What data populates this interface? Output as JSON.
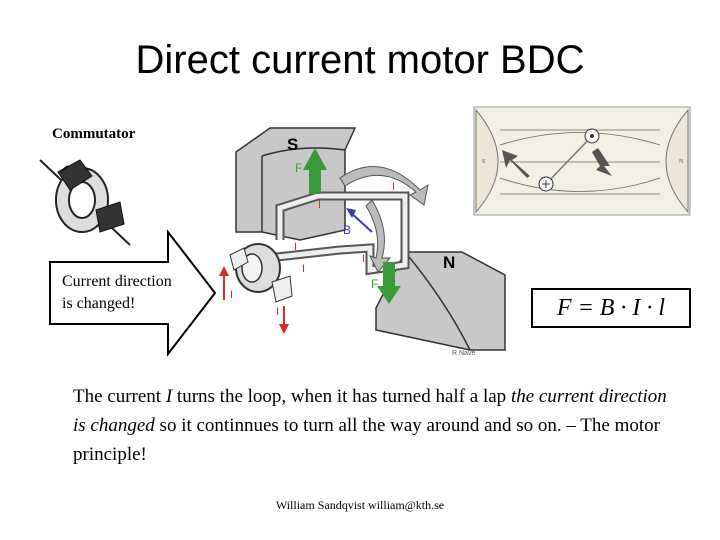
{
  "title": "Direct current motor BDC",
  "commutator_label": "Commutator",
  "callout": {
    "line1": "Current direction",
    "line2": "is changed!"
  },
  "motor_labels": {
    "S": "S",
    "N": "N",
    "F": "F",
    "B": "B",
    "I": "I",
    "credit": "R Nave"
  },
  "field_labels": {
    "left": "S",
    "right": "N"
  },
  "formula": "F = B · I · l",
  "body": {
    "p1": "The current ",
    "I": "I",
    "p2": " turns the loop, when it has turned half a lap ",
    "italic": "the current direction is changed",
    "p3": " so it continnues to turn all the way around and so on. – The motor principle!"
  },
  "footer": "William Sandqvist  william@kth.se",
  "colors": {
    "force_arrow": "#3a9a3a",
    "current_arrow": "#d62c2c",
    "field_arrow": "#3b3bb0",
    "magnet": "#c8c8c8"
  }
}
